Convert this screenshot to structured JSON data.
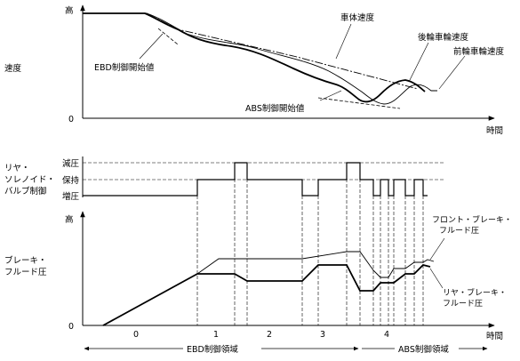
{
  "top": {
    "y_label": "速度",
    "y_high": "高",
    "y_zero": "0",
    "x_label": "時間",
    "vehicle_speed": "車体速度",
    "rear_wheel_speed": "後輪車輪速度",
    "front_wheel_speed": "前輪車輪速度",
    "ebd_start": "EBD制御開始値",
    "abs_start": "ABS制御開始値"
  },
  "middle": {
    "label_line1": "リヤ・",
    "label_line2": "ソレノイド・",
    "label_line3": "バルブ制御",
    "level_decrease": "減圧",
    "level_hold": "保持",
    "level_increase": "増圧"
  },
  "bottom": {
    "y_label_line1": "ブレーキ・",
    "y_label_line2": "フルード圧",
    "y_high": "高",
    "y_zero": "0",
    "x_label": "時間",
    "front_line1": "フロント・ブレーキ・",
    "front_line2": "フルード圧",
    "rear_line1": "リヤ・ブレーキ・",
    "rear_line2": "フルード圧",
    "phases": [
      "0",
      "1",
      "2",
      "3",
      "4"
    ],
    "ebd_region": "EBD制御領域",
    "abs_region": "ABS制御領域"
  }
}
